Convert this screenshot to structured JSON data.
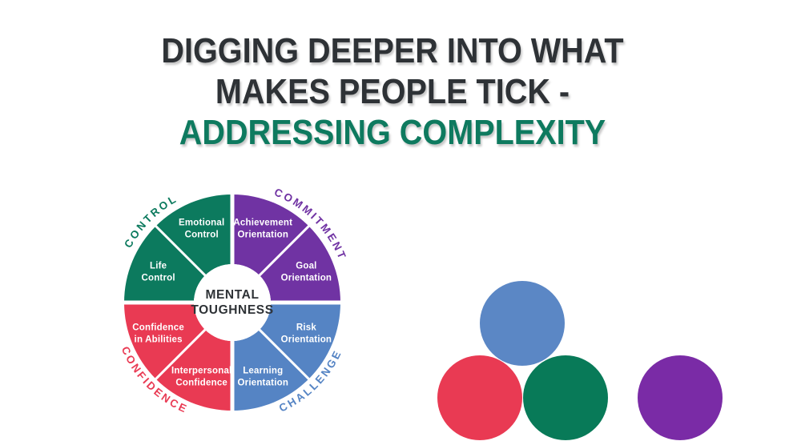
{
  "slide": {
    "title_line1": "DIGGING DEEPER INTO WHAT",
    "title_line2": "MAKES PEOPLE TICK -",
    "title_line3": "ADDRESSING COMPLEXITY",
    "title_color_dark": "#2e3236",
    "title_color_accent": "#0e7a5f"
  },
  "wheel": {
    "center_label": {
      "line1": "MENTAL",
      "line2": "TOUGHNESS"
    },
    "quadrants": [
      {
        "name": "CONTROL",
        "color": "#0c7a5e",
        "segments": [
          {
            "line1": "Emotional",
            "line2": "Control"
          },
          {
            "line1": "Life",
            "line2": "Control"
          }
        ]
      },
      {
        "name": "COMMITMENT",
        "color": "#7033a3",
        "segments": [
          {
            "line1": "Achievement",
            "line2": "Orientation"
          },
          {
            "line1": "Goal",
            "line2": "Orientation"
          }
        ]
      },
      {
        "name": "CONFIDENCE",
        "color": "#e93a53",
        "segments": [
          {
            "line1": "Confidence",
            "line2": "in Abilities"
          },
          {
            "line1": "Interpersonal",
            "line2": "Confidence"
          }
        ]
      },
      {
        "name": "CHALLENGE",
        "color": "#5584c4",
        "segments": [
          {
            "line1": "Risk",
            "line2": "Orientation"
          },
          {
            "line1": "Learning",
            "line2": "Orientation"
          }
        ]
      }
    ]
  },
  "circle_cluster": [
    {
      "name": "blue-circle",
      "color": "#5b87c5"
    },
    {
      "name": "red-circle",
      "color": "#e93a53"
    },
    {
      "name": "green-circle",
      "color": "#087a58"
    },
    {
      "name": "purple-circle",
      "color": "#7a2ba6"
    }
  ]
}
